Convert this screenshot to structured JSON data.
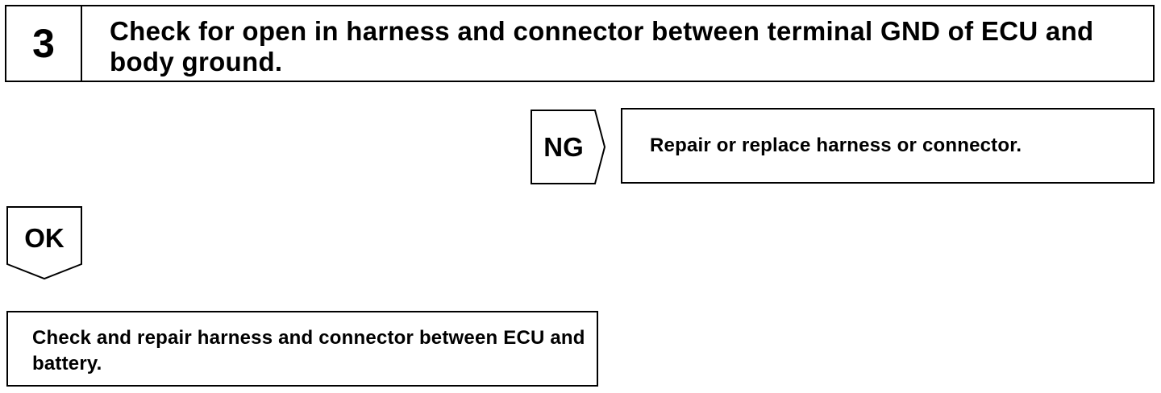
{
  "step": {
    "number": "3",
    "title": "Check for open in harness and connector between terminal GND of ECU and body ground."
  },
  "ng": {
    "label": "NG",
    "action": "Repair or replace harness or connector."
  },
  "ok": {
    "label": "OK",
    "action": "Check and repair harness and connector between ECU and battery."
  },
  "colors": {
    "line": "#000000",
    "background": "#ffffff"
  }
}
